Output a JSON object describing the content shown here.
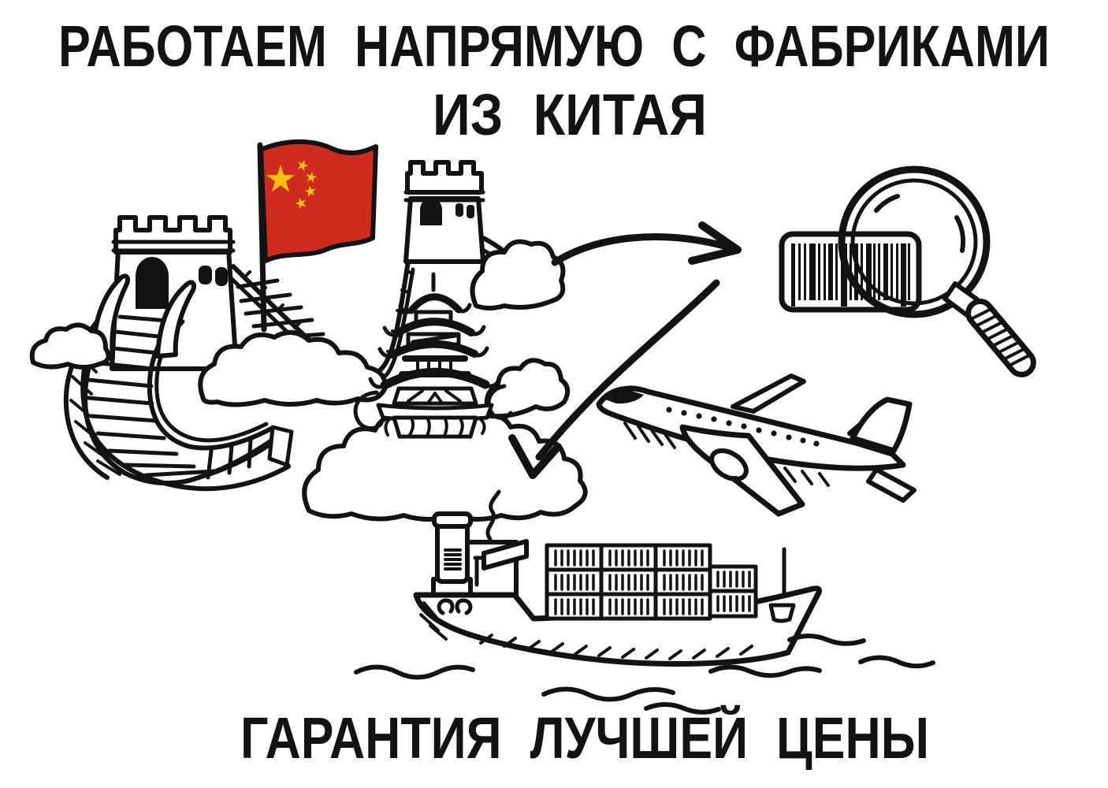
{
  "header": {
    "title_line1": "РАБОТАЕМ НАПРЯМУЮ С ФАБРИКАМИ",
    "title_line2": "ИЗ КИТАЯ"
  },
  "footer": {
    "caption": "ГАРАНТИЯ ЛУЧШЕЙ ЦЕНЫ"
  },
  "colors": {
    "ink": "#131313",
    "flag-red": "#cf2b1e",
    "star-yellow": "#f5c30d",
    "background": "#ffffff"
  },
  "illustration": {
    "description": "Hand-drawn line-art: Great Wall of China with Chinese flag and pagoda, arrow to a barcode under a magnifying glass, airplane, arrow down to a loaded container ship on waves",
    "elements": [
      "great-wall-icon",
      "china-flag-icon",
      "watchtower-icon",
      "pagoda-icon",
      "cloud-icon",
      "arrow-right-icon",
      "barcode-icon",
      "magnifier-icon",
      "airplane-icon",
      "arrow-down-icon",
      "cargo-ship-icon",
      "container-stack-icon",
      "waves-icon",
      "smoke-icon"
    ]
  }
}
